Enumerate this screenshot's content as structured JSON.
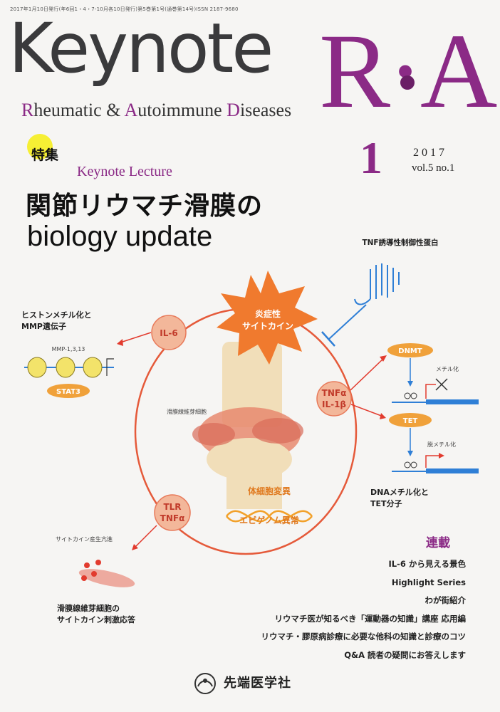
{
  "header": {
    "pub_info": "2017年1月10日発行(年6回1・4・7-10月各10日発行)第5巻第1号(通巻第14号)ISSN 2187-9680",
    "title_main": "Keynote",
    "title_ra": "R·A",
    "subtitle_parts": [
      "R",
      "heumatic ",
      "& ",
      "A",
      "utoimmune ",
      "D",
      "iseases"
    ]
  },
  "issue": {
    "number": "1",
    "year": "2017",
    "volume": "vol.5 no.1"
  },
  "feature": {
    "tag": "特集",
    "lecture": "Keynote Lecture",
    "headline_line1": "関節リウマチ滑膜の",
    "headline_line2": "biology update"
  },
  "diagram": {
    "tnf_protein": "TNF誘導性制御性蛋白",
    "histone_label_line1": "ヒストンメチル化と",
    "histone_label_line2": "MMP遺伝子",
    "mmp_genes": "MMP-1,3,13",
    "stat3": "STAT3",
    "il6": "IL-6",
    "inflammatory_line1": "炎症性",
    "inflammatory_line2": "サイトカイン",
    "synovial_fibroblast": "滑膜線維芽細胞",
    "tnf_il1_line1": "TNFα",
    "tnf_il1_line2": "IL-1β",
    "dnmt": "DNMT",
    "methylation": "メチル化",
    "tet": "TET",
    "demethylation": "脱メチル化",
    "dna_label_line1": "DNAメチル化と",
    "dna_label_line2": "TET分子",
    "somatic_mutation": "体細胞変異",
    "epigenome": "エピゲノム異常",
    "tlr_line1": "TLR",
    "tlr_line2": "TNFα",
    "cytokine_hyper": "サイトカイン産生亢進",
    "response_line1": "滑膜線維芽細胞の",
    "response_line2": "サイトカイン刺激応答"
  },
  "serial": {
    "title": "連載",
    "items": [
      "IL-6 から見える景色",
      "Highlight Series",
      "わが街紹介",
      "リウマチ医が知るべき「運動器の知識」講座 応用編",
      "リウマチ・膠原病診療に必要な他科の知識と診療のコツ",
      "Q&A 読者の疑問にお答えします"
    ]
  },
  "publisher": {
    "name": "先端医学社"
  },
  "colors": {
    "accent": "#8b2a86",
    "orange": "#f0863a",
    "red": "#e23b2e",
    "blue": "#2f7fd6",
    "yellow": "#f6ef34"
  }
}
